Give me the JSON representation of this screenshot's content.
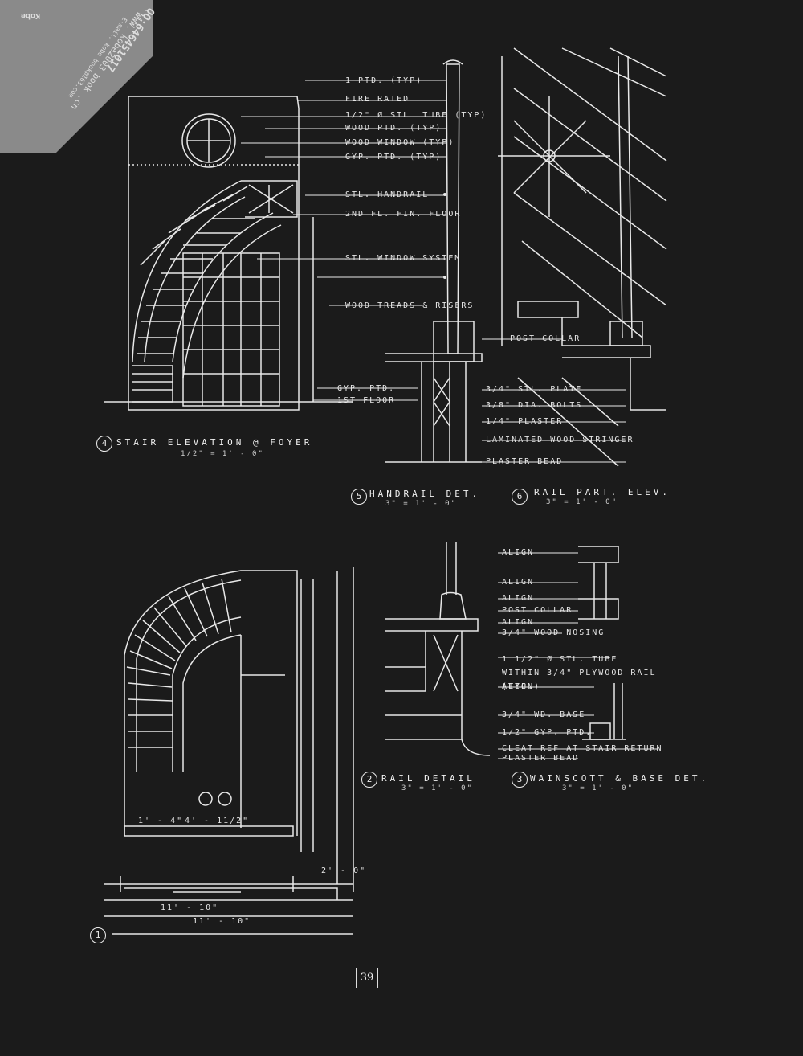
{
  "page_number": "39",
  "watermark": {
    "brand": "Kobe",
    "email": "E-mail: kobe book@163.com",
    "site": "WWW. kobe2003 book .cn",
    "qq": "QQ:646451017"
  },
  "drawings": [
    {
      "id": "4",
      "title": "STAIR ELEVATION @ FOYER",
      "scale": "1/2\" = 1' - 0\""
    },
    {
      "id": "5",
      "title": "HANDRAIL DET.",
      "scale": "3\" = 1' - 0\""
    },
    {
      "id": "6",
      "title": "RAIL PART. ELEV.",
      "scale": "3\" = 1' - 0\""
    },
    {
      "id": "2",
      "title": "RAIL DETAIL",
      "scale": "3\" = 1' - 0\""
    },
    {
      "id": "3",
      "title": "WAINSCOTT & BASE DET.",
      "scale": "3\" = 1' - 0\""
    },
    {
      "id": "1",
      "title": "",
      "scale": ""
    }
  ],
  "notes_elev": [
    "1 PTD. (TYP)",
    "FIRE RATED",
    "1/2\" Ø STL. TUBE (TYP)",
    "WOOD PTD. (TYP)",
    "WOOD WINDOW (TYP)",
    "GYP. PTD. (TYP)",
    "STL. HANDRAIL",
    "2ND FL. FIN. FLOOR",
    "STL. WINDOW SYSTEM",
    "WOOD TREADS & RISERS",
    "GYP. PTD.",
    "1ST FLOOR"
  ],
  "notes_rail": [
    "3/4\" STL. PLATE",
    "3/8\" DIA. BOLTS",
    "1/4\" PLASTER",
    "LAMINATED WOOD STRINGER",
    "PLASTER BEAD",
    "POST COLLAR"
  ],
  "notes_wainscot": [
    "ALIGN",
    "ALIGN",
    "ALIGN",
    "POST COLLAR",
    "ALIGN",
    "3/4\" WOOD NOSING",
    "1 1/2\" Ø STL. TUBE WITHIN 3/4\" PLYWOOD RAIL (TYP.)",
    "ALIGN",
    "3/4\" WD. BASE",
    "1/2\" GYP. PTD.",
    "CLEAT REF AT STAIR RETURN",
    "PLASTER BEAD"
  ],
  "dims_plan": [
    "11' - 10\"",
    "11' - 10\"",
    "4' - 11/2\"",
    "2' - 0\"",
    "1' - 4\""
  ]
}
